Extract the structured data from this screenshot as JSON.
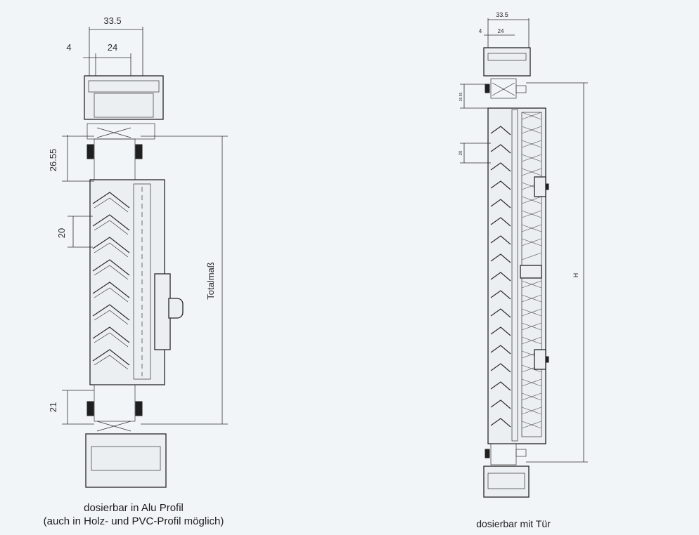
{
  "left": {
    "dim_total_width": "33.5",
    "dim_4": "4",
    "dim_24": "24",
    "dim_26_55": "26.55",
    "dim_20": "20",
    "dim_21": "21",
    "dim_total": "Totalmaß",
    "caption_line1": "dosierbar in Alu Profil",
    "caption_line2": "(auch in Holz- und PVC-Profil möglich)"
  },
  "right": {
    "dim_total_width": "33.5",
    "dim_4": "4",
    "dim_24": "24",
    "dim_26_55": "26.55",
    "dim_20": "20",
    "dim_h": "H",
    "caption": "dosierbar mit Tür"
  }
}
